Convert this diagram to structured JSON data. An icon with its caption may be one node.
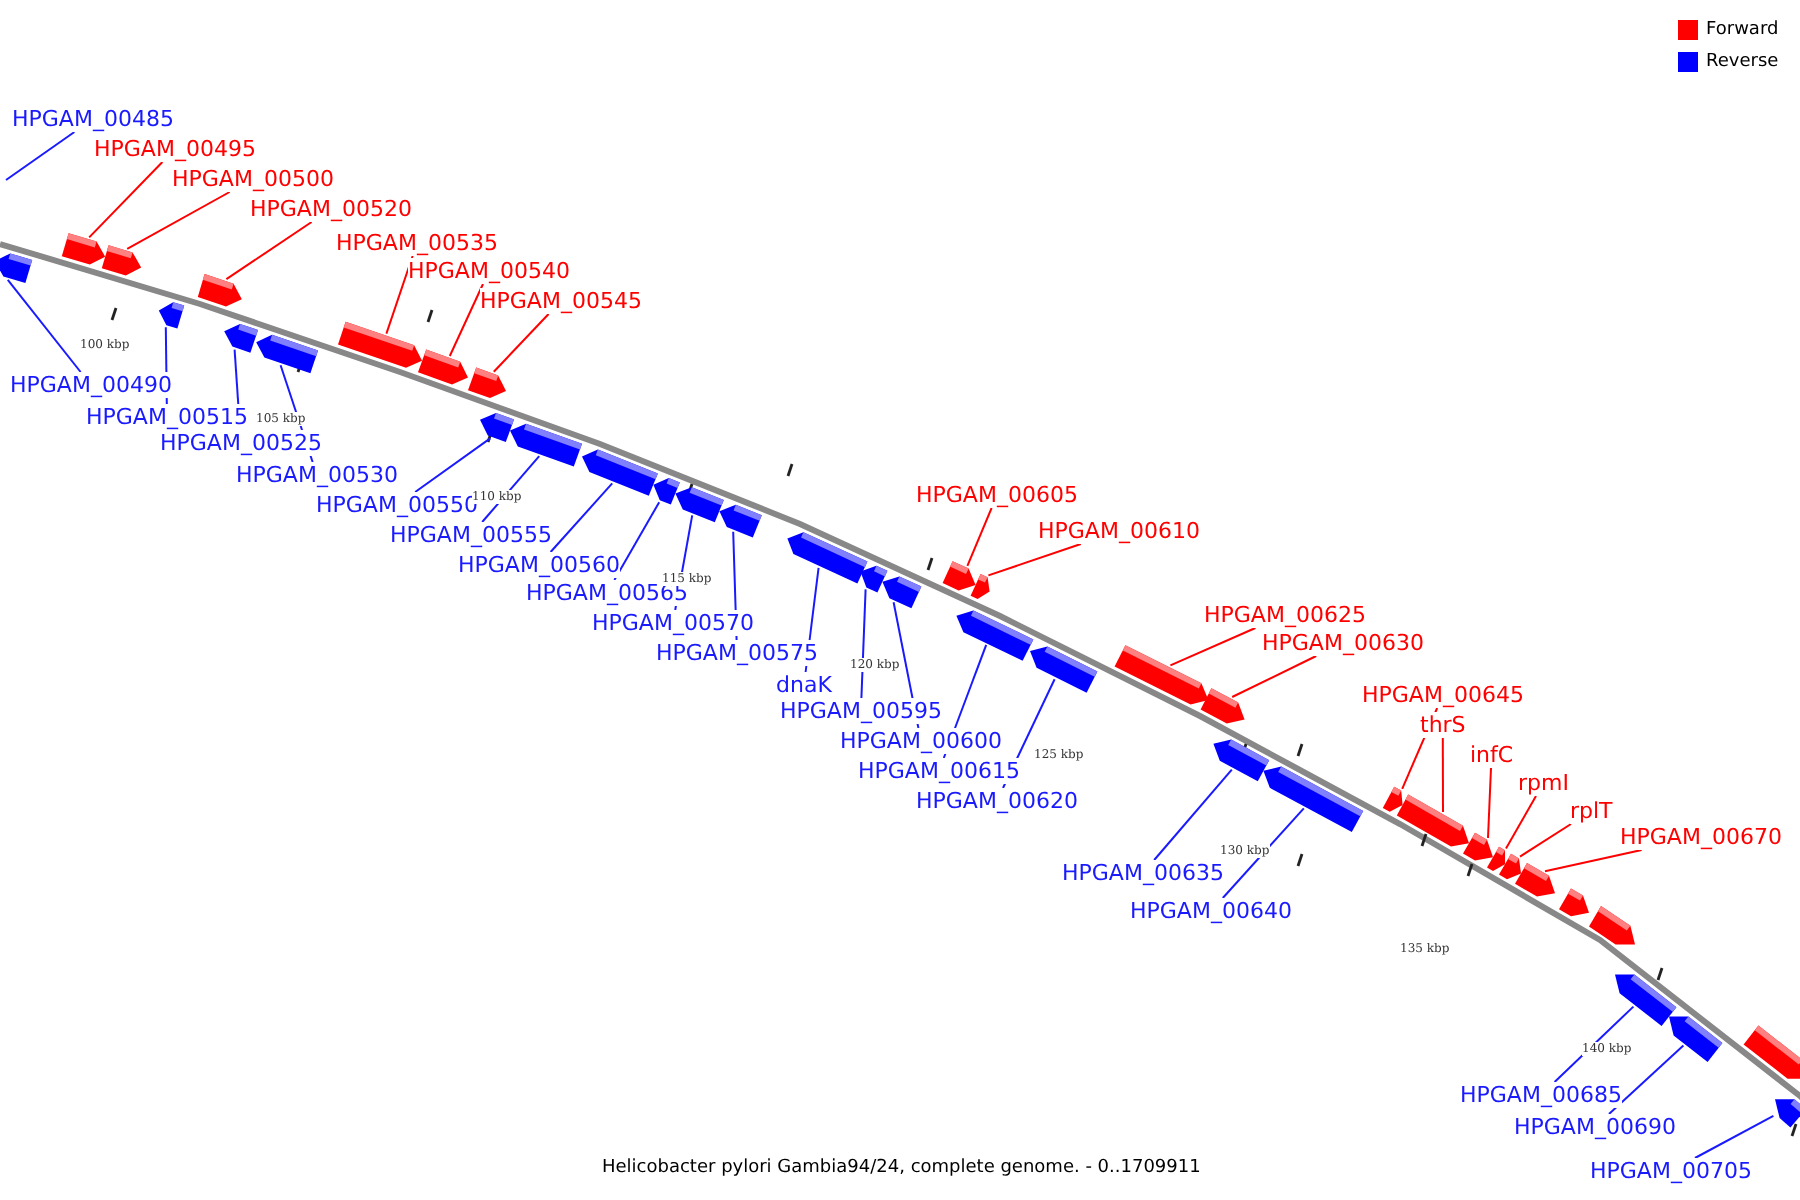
{
  "diagram": {
    "caption": "Helicobacter pylori Gambia94/24, complete genome. - 0..1709911",
    "nodes": [
      {
        "text": [
          "HPGAM_00485"
        ]
      },
      {
        "text": [
          "HPGAM_00495"
        ]
      },
      {
        "text": [
          "HPGAM_00500"
        ]
      },
      {
        "text": [
          "HPGAM_00520"
        ]
      },
      {
        "text": [
          "HPGAM_00490"
        ]
      },
      {
        "text": [
          "HPGAM_00515"
        ]
      },
      {
        "text": [
          "HPGAM_00525"
        ]
      },
      {
        "text": [
          "HPGAM_00530"
        ]
      },
      {
        "text": [
          "HPGAM_00535"
        ]
      },
      {
        "text": [
          "HPGAM_00540"
        ]
      },
      {
        "text": [
          "HPGAM_00545"
        ]
      },
      {
        "text": [
          "HPGAM_00550"
        ]
      },
      {
        "text": [
          "HPGAM_00555"
        ]
      },
      {
        "text": [
          "HPGAM_00560"
        ]
      },
      {
        "text": [
          "HPGAM_00565"
        ]
      },
      {
        "text": [
          "HPGAM_00570"
        ]
      },
      {
        "text": [
          "HPGAM_00575"
        ]
      },
      {
        "text": [
          "HPGAM_00605"
        ]
      },
      {
        "text": [
          "HPGAM_00610"
        ]
      },
      {
        "text": [
          "dnaK"
        ]
      },
      {
        "text": [
          "HPGAM_00595"
        ]
      },
      {
        "text": [
          "HPGAM_00600"
        ]
      },
      {
        "text": [
          "HPGAM_00615"
        ]
      },
      {
        "text": [
          "HPGAM_00625"
        ]
      },
      {
        "text": [
          "HPGAM_00630"
        ]
      },
      {
        "text": [
          "HPGAM_00620"
        ]
      },
      {
        "text": [
          "HPGAM_00645"
        ]
      },
      {
        "text": [
          "thrS"
        ]
      },
      {
        "text": [
          "infC"
        ]
      },
      {
        "text": [
          "rpmI"
        ]
      },
      {
        "text": [
          "HPGAM_00635"
        ]
      },
      {
        "text": [
          "rplT"
        ]
      },
      {
        "text": [
          "HPGAM_00670"
        ]
      },
      {
        "text": [
          "HPGAM_00640"
        ]
      },
      {
        "text": [
          "HPGAM_00685"
        ]
      },
      {
        "text": [
          "HPGAM_00690"
        ]
      },
      {
        "text": [
          "HPGAM_00705"
        ]
      },
      {
        "text": [],
        "shape": "bar"
      },
      {
        "text": [],
        "shape": "bar"
      },
      {
        "text": [],
        "shape": "bar"
      },
      {
        "text": [],
        "shape": "bar"
      },
      {
        "text": [],
        "shape": "bar"
      },
      {
        "text": [],
        "shape": "bar"
      },
      {
        "text": [],
        "shape": "bar"
      },
      {
        "text": [],
        "shape": "bar"
      },
      {
        "text": [],
        "shape": "bar"
      },
      {
        "text": [],
        "shape": "bar"
      },
      {
        "text": [],
        "shape": "bar"
      },
      {
        "text": [],
        "shape": "bar"
      },
      {
        "text": [],
        "shape": "bar"
      },
      {
        "text": [],
        "shape": "bar"
      },
      {
        "text": [],
        "shape": "bar"
      },
      {
        "text": [],
        "shape": "bar"
      },
      {
        "text": [],
        "shape": "bar"
      },
      {
        "text": [],
        "shape": "bar"
      },
      {
        "text": [],
        "shape": "bar"
      },
      {
        "text": [],
        "shape": "bar"
      },
      {
        "text": [],
        "shape": "bar"
      },
      {
        "text": [],
        "shape": "bar"
      },
      {
        "text": [],
        "shape": "bar"
      },
      {
        "text": [],
        "shape": "bar"
      },
      {
        "text": [],
        "shape": "bar"
      },
      {
        "text": [],
        "shape": "bar"
      },
      {
        "text": [],
        "shape": "bar"
      },
      {
        "text": [],
        "shape": "bar"
      },
      {
        "text": [],
        "shape": "bar"
      },
      {
        "text": [],
        "shape": "bar"
      },
      {
        "text": [],
        "shape": "bar"
      },
      {
        "text": [],
        "shape": "bar"
      },
      {
        "text": [],
        "shape": "bar"
      },
      {
        "text": [],
        "shape": "bar"
      },
      {
        "text": [],
        "shape": "bar"
      },
      {
        "text": [],
        "shape": "bar"
      },
      {
        "text": [],
        "shape": "bar"
      },
      {
        "text": [],
        "shape": "bar"
      },
      {
        "text": [],
        "shape": "bar"
      }
    ],
    "edges": [
      {
        "from": 0,
        "to": null,
        "arrow": "none"
      },
      {
        "from": 1,
        "to": 38,
        "arrow": "none",
        "color": "#ff0000"
      },
      {
        "from": 2,
        "to": 39,
        "arrow": "none",
        "color": "#ff0000"
      },
      {
        "from": 3,
        "to": 41,
        "arrow": "none",
        "color": "#ff0000"
      },
      {
        "from": 4,
        "to": 37,
        "arrow": "none"
      },
      {
        "from": 5,
        "to": 40,
        "arrow": "none"
      },
      {
        "from": 6,
        "to": 42,
        "arrow": "none"
      },
      {
        "from": 7,
        "to": 43,
        "arrow": "none"
      },
      {
        "from": 8,
        "to": 44,
        "arrow": "none",
        "color": "#ff0000"
      },
      {
        "from": 9,
        "to": 45,
        "arrow": "none",
        "color": "#ff0000"
      },
      {
        "from": 10,
        "to": 46,
        "arrow": "none",
        "color": "#ff0000"
      },
      {
        "from": 11,
        "to": 47,
        "arrow": "none"
      },
      {
        "from": 12,
        "to": 48,
        "arrow": "none"
      },
      {
        "from": 13,
        "to": 49,
        "arrow": "none"
      },
      {
        "from": 14,
        "to": 50,
        "arrow": "none"
      },
      {
        "from": 15,
        "to": 51,
        "arrow": "none"
      },
      {
        "from": 16,
        "to": 52,
        "arrow": "none"
      },
      {
        "from": 17,
        "to": 56,
        "arrow": "none",
        "color": "#ff0000"
      },
      {
        "from": 18,
        "to": 58,
        "arrow": "none",
        "color": "#ff0000"
      },
      {
        "from": 19,
        "to": 53,
        "arrow": "none"
      },
      {
        "from": 20,
        "to": 54,
        "arrow": "none"
      },
      {
        "from": 21,
        "to": 55,
        "arrow": "none"
      },
      {
        "from": 22,
        "to": 57,
        "arrow": "none"
      },
      {
        "from": 23,
        "to": 60,
        "arrow": "none",
        "color": "#ff0000"
      },
      {
        "from": 24,
        "to": 61,
        "arrow": "none",
        "color": "#ff0000"
      },
      {
        "from": 25,
        "to": 59,
        "arrow": "none"
      },
      {
        "from": 26,
        "to": 64,
        "arrow": "none",
        "color": "#ff0000"
      },
      {
        "from": 27,
        "to": 65,
        "arrow": "none",
        "color": "#ff0000"
      },
      {
        "from": 28,
        "to": 66,
        "arrow": "none",
        "color": "#ff0000"
      },
      {
        "from": 29,
        "to": 67,
        "arrow": "none",
        "color": "#ff0000"
      },
      {
        "from": 30,
        "to": 62,
        "arrow": "none"
      },
      {
        "from": 31,
        "to": 68,
        "arrow": "none",
        "color": "#ff0000"
      },
      {
        "from": 32,
        "to": 69,
        "arrow": "none",
        "color": "#ff0000"
      },
      {
        "from": 33,
        "to": 63,
        "arrow": "none"
      },
      {
        "from": 34,
        "to": 72,
        "arrow": "none"
      },
      {
        "from": 35,
        "to": 73,
        "arrow": "none"
      },
      {
        "from": 36,
        "to": 75,
        "arrow": "none"
      }
    ],
    "labels": [
      "100 kbp",
      "105 kbp",
      "110 kbp",
      "115 kbp",
      "120 kbp",
      "125 kbp",
      "130 kbp",
      "135 kbp",
      "140 kbp"
    ],
    "legend": [
      {
        "text": "Forward",
        "color": "#ff0000"
      },
      {
        "text": "Reverse",
        "color": "#0000ff"
      }
    ]
  }
}
